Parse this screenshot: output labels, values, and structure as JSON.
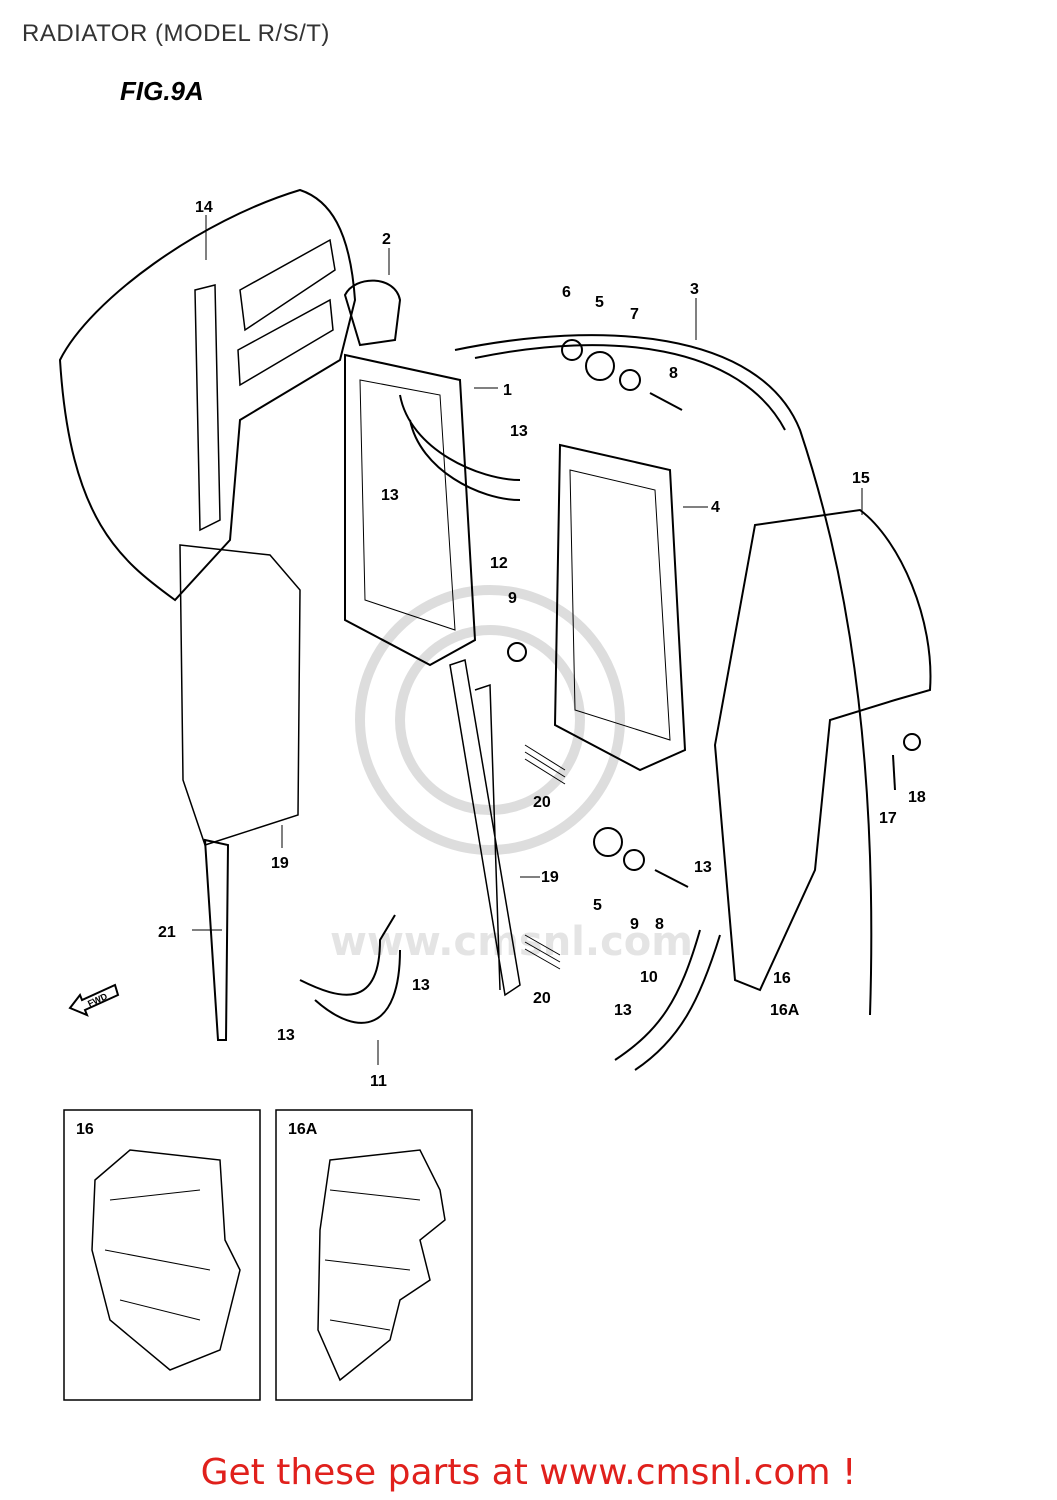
{
  "header": {
    "title": "RADIATOR (MODEL R/S/T)",
    "figure": "FIG.9A"
  },
  "callouts": [
    "1",
    "2",
    "3",
    "4",
    "5",
    "5",
    "6",
    "7",
    "8",
    "8",
    "9",
    "9",
    "10",
    "11",
    "12",
    "13",
    "13",
    "13",
    "13",
    "13",
    "13",
    "14",
    "15",
    "16",
    "16A",
    "17",
    "18",
    "19",
    "19",
    "20",
    "20",
    "21"
  ],
  "insets": {
    "left_label": "16",
    "right_label": "16A"
  },
  "watermark": "www.cmsnl.com",
  "fwd_arrow": "FWD",
  "footer": {
    "text": "Get these parts at www.cmsnl.com !",
    "color": "#e0201c"
  }
}
